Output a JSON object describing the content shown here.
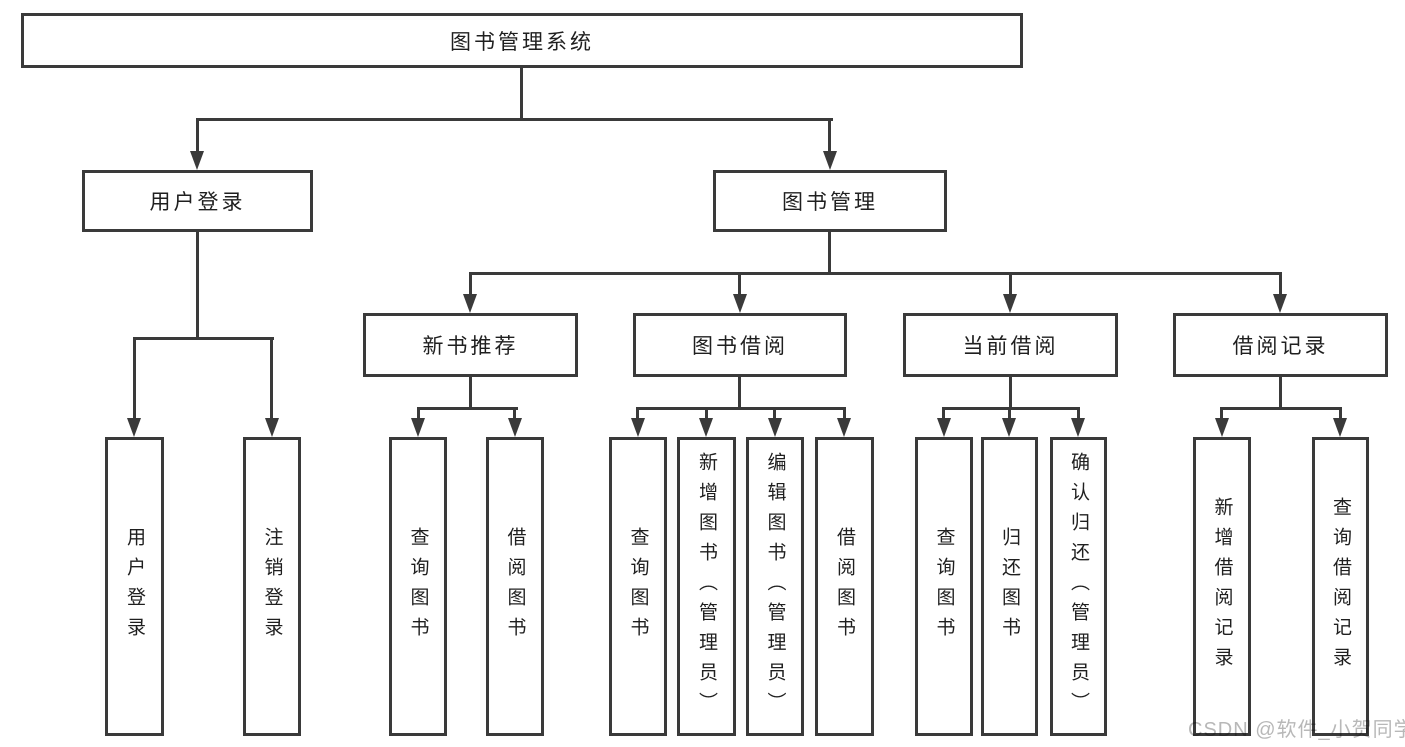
{
  "tree": {
    "label": "图书管理系统",
    "children": [
      {
        "label": "用户登录",
        "children": [
          {
            "label": "用户登录"
          },
          {
            "label": "注销登录"
          }
        ]
      },
      {
        "label": "图书管理",
        "children": [
          {
            "label": "新书推荐",
            "children": [
              {
                "label": "查询图书"
              },
              {
                "label": "借阅图书"
              }
            ]
          },
          {
            "label": "图书借阅",
            "children": [
              {
                "label": "查询图书"
              },
              {
                "label": "新增图书（管理员）"
              },
              {
                "label": "编辑图书（管理员）"
              },
              {
                "label": "借阅图书"
              }
            ]
          },
          {
            "label": "当前借阅",
            "children": [
              {
                "label": "查询图书"
              },
              {
                "label": "归还图书"
              },
              {
                "label": "确认归还（管理员）"
              }
            ]
          },
          {
            "label": "借阅记录",
            "children": [
              {
                "label": "新增借阅记录"
              },
              {
                "label": "查询借阅记录"
              }
            ]
          }
        ]
      }
    ]
  },
  "watermark": "CSDN @软件_小贺同学",
  "colors": {
    "line": "#3a3a3a",
    "text": "#1f1f1f",
    "watermark": "#b8b8b8",
    "background": "#ffffff"
  }
}
